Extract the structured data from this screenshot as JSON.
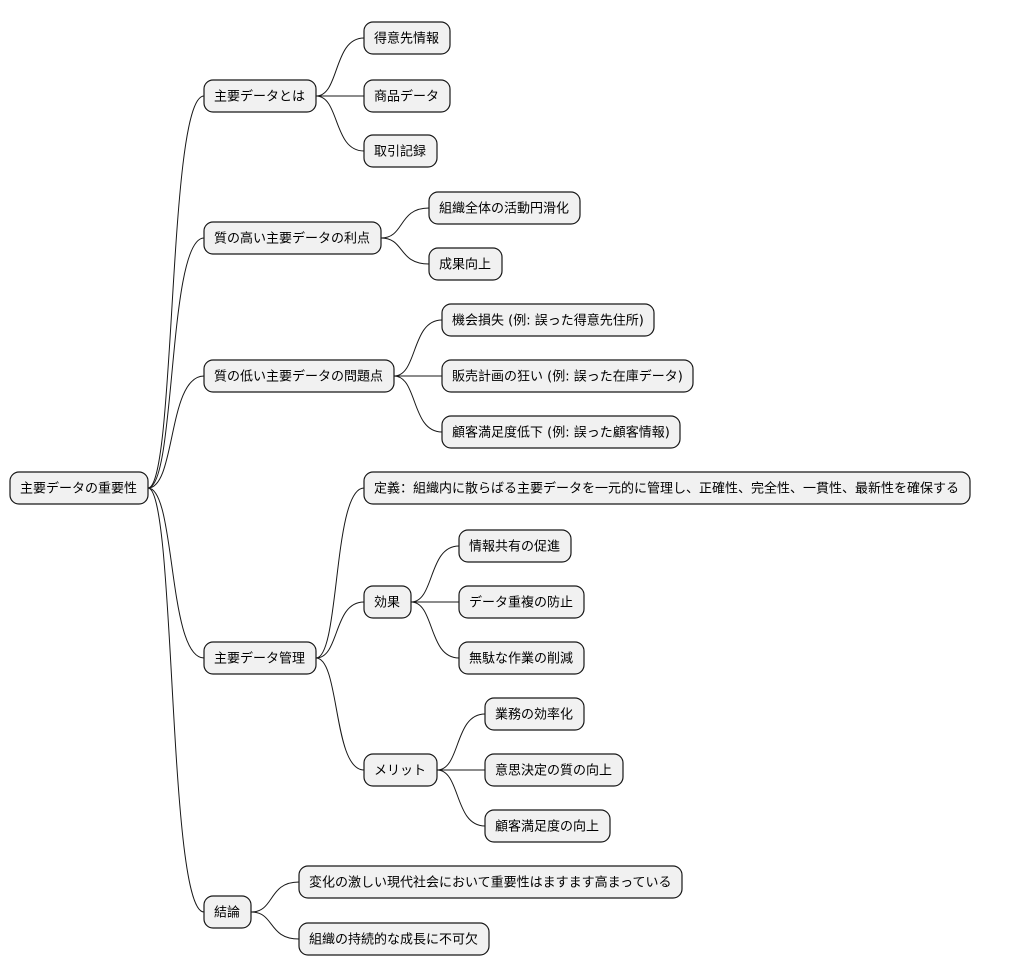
{
  "mindmap": {
    "root": {
      "label": "主要データの重要性",
      "children": [
        {
          "label": "主要データとは",
          "children": [
            {
              "label": "得意先情報"
            },
            {
              "label": "商品データ"
            },
            {
              "label": "取引記録"
            }
          ]
        },
        {
          "label": "質の高い主要データの利点",
          "children": [
            {
              "label": "組織全体の活動円滑化"
            },
            {
              "label": "成果向上"
            }
          ]
        },
        {
          "label": "質の低い主要データの問題点",
          "children": [
            {
              "label": "機会損失 (例: 誤った得意先住所)"
            },
            {
              "label": "販売計画の狂い (例: 誤った在庫データ)"
            },
            {
              "label": "顧客満足度低下 (例: 誤った顧客情報)"
            }
          ]
        },
        {
          "label": "主要データ管理",
          "children": [
            {
              "label": "定義：組織内に散らばる主要データを一元的に管理し、正確性、完全性、一貫性、最新性を確保する"
            },
            {
              "label": "効果",
              "children": [
                {
                  "label": "情報共有の促進"
                },
                {
                  "label": "データ重複の防止"
                },
                {
                  "label": "無駄な作業の削減"
                }
              ]
            },
            {
              "label": "メリット",
              "children": [
                {
                  "label": "業務の効率化"
                },
                {
                  "label": "意思決定の質の向上"
                },
                {
                  "label": "顧客満足度の向上"
                }
              ]
            }
          ]
        },
        {
          "label": "結論",
          "children": [
            {
              "label": "変化の激しい現代社会において重要性はますます高まっている"
            },
            {
              "label": "組織の持続的な成長に不可欠"
            }
          ]
        }
      ]
    }
  }
}
